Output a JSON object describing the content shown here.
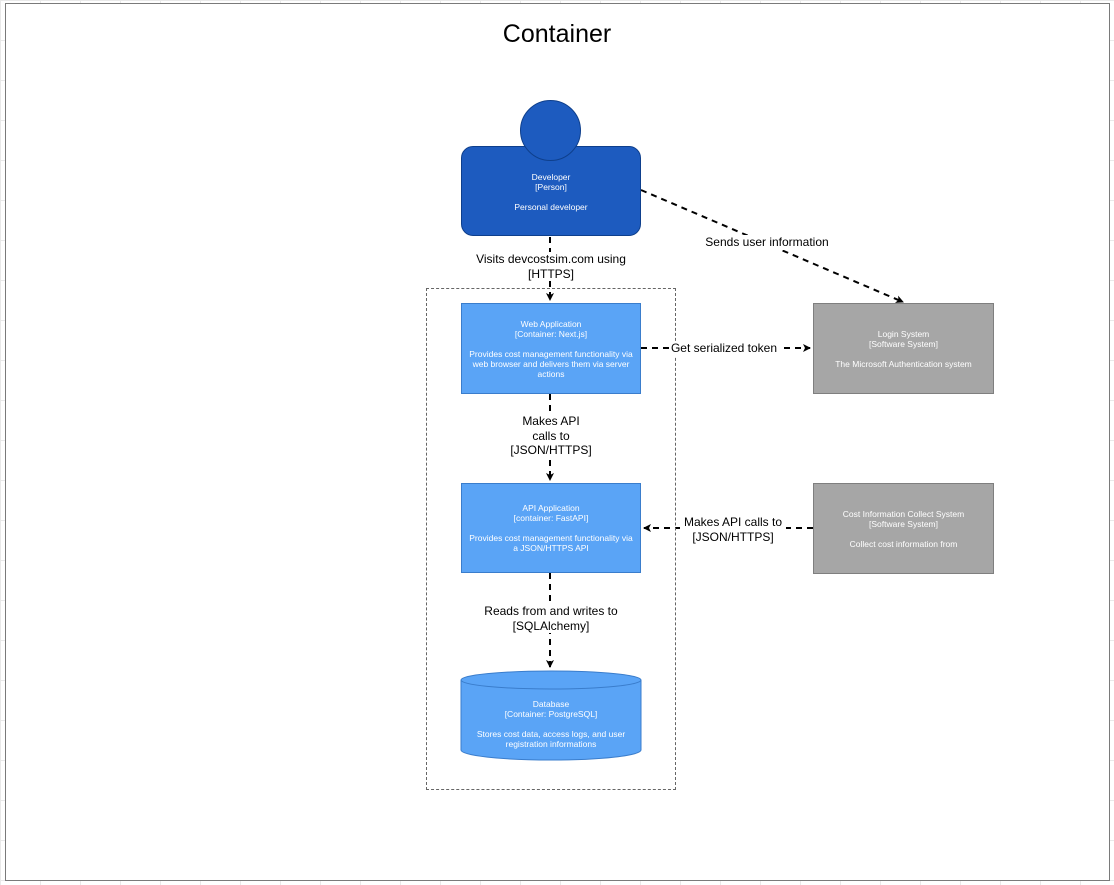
{
  "title": "Container",
  "nodes": {
    "developer": {
      "name": "Developer",
      "type": "[Person]",
      "description": "Personal developer"
    },
    "web_app": {
      "name": "Web Application",
      "type": "[Container: Next.js]",
      "description": "Provides cost management functionality via web browser and delivers them via server actions"
    },
    "api_app": {
      "name": "API Application",
      "type": "[container: FastAPI]",
      "description": "Provides cost management functionality via a JSON/HTTPS API"
    },
    "database": {
      "name": "Database",
      "type": "[Container: PostgreSQL]",
      "description": "Stores cost data, access logs, and user registration informations"
    },
    "login_system": {
      "name": "Login System",
      "type": "[Software System]",
      "description": "The Microsoft Authentication system"
    },
    "cost_system": {
      "name": "Cost Information Collect System",
      "type": "[Software System]",
      "description": "Collect cost information from"
    }
  },
  "edges": {
    "dev_to_web": {
      "line1": "Visits devcostsim.com using",
      "line2": "[HTTPS]"
    },
    "dev_to_login": {
      "line1": "Sends user information"
    },
    "web_to_login": {
      "line1": "Get serialized token"
    },
    "web_to_api": {
      "line1": "Makes API",
      "line2": "calls to",
      "line3": "[JSON/HTTPS]"
    },
    "cost_to_api": {
      "line1": "Makes API calls to",
      "line2": "[JSON/HTTPS]"
    },
    "api_to_db": {
      "line1": "Reads from and writes to",
      "line2": "[SQLAlchemy]"
    }
  },
  "colors": {
    "person": "#1d5bbf",
    "container": "#5aa4f6",
    "external": "#a6a6a6"
  }
}
